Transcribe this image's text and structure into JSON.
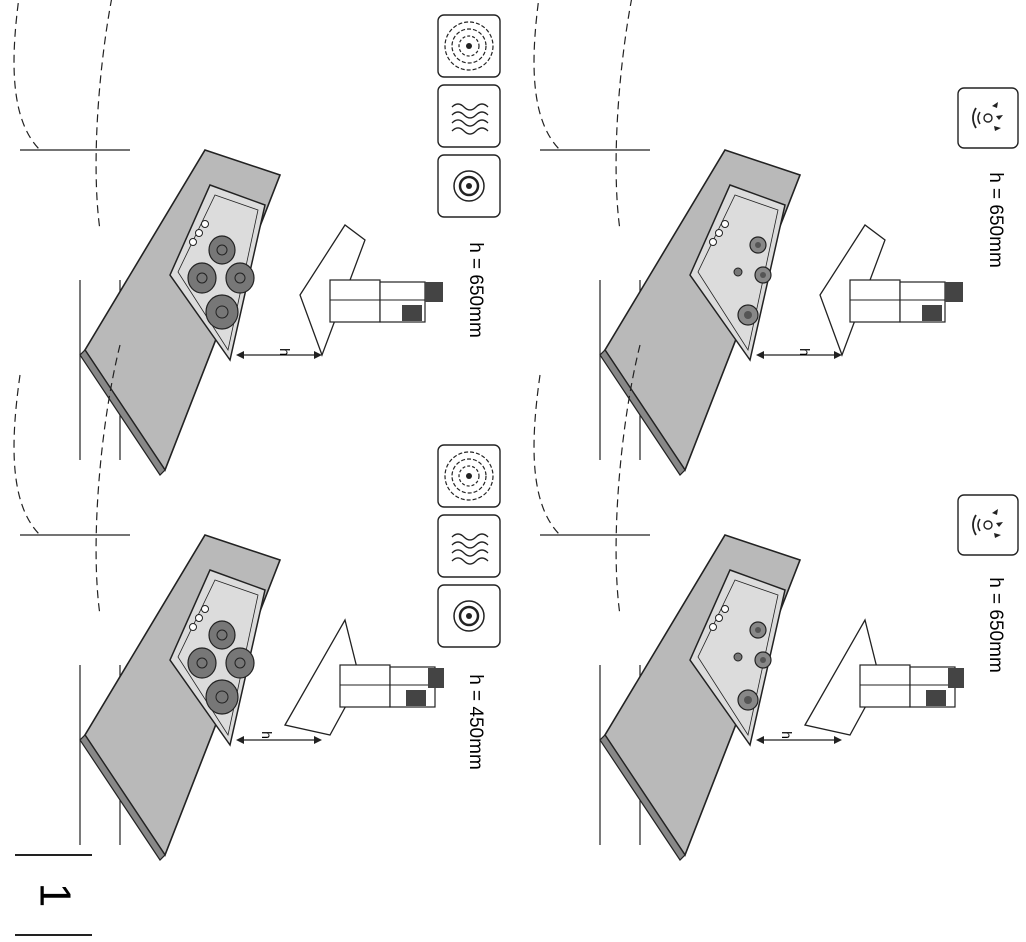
{
  "page": {
    "number": "1"
  },
  "height_symbol": "h",
  "panels": [
    {
      "id": "electric-wall",
      "hob": "electric",
      "hood": "wall",
      "height_label": "h = 650mm",
      "icons": [
        "fan-grille-icon",
        "radiant-coil-icon",
        "hotplate-icon"
      ]
    },
    {
      "id": "electric-angled",
      "hob": "electric",
      "hood": "angled",
      "height_label": "h = 450mm",
      "icons": [
        "fan-grille-icon",
        "radiant-coil-icon",
        "hotplate-icon"
      ]
    },
    {
      "id": "gas-wall",
      "hob": "gas",
      "hood": "wall",
      "height_label": "h = 650mm",
      "icons": [
        "gas-flame-icon"
      ]
    },
    {
      "id": "gas-angled",
      "hob": "gas",
      "hood": "angled",
      "height_label": "h = 650mm",
      "icons": [
        "gas-flame-icon"
      ]
    }
  ],
  "colors": {
    "counter_fill": "#b9b9b9",
    "line": "#222222",
    "hob_fill": "#dcdcdc",
    "zone_fill": "#777777"
  }
}
